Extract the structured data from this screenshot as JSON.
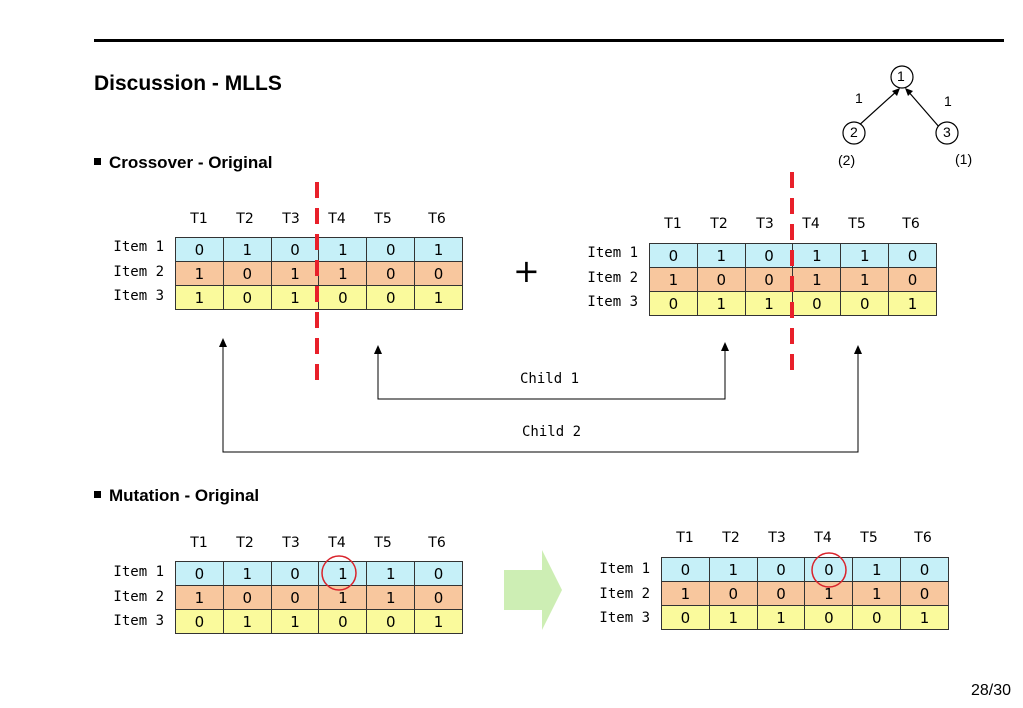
{
  "page": {
    "title": "Discussion - MLLS",
    "page_number": "28/30"
  },
  "tree": {
    "nodes": [
      "1",
      "2",
      "3"
    ],
    "edge_labels": [
      "1",
      "1"
    ],
    "node_notes": [
      "(2)",
      "(1)"
    ]
  },
  "crossover": {
    "heading": "Crossover - Original",
    "columns": [
      "T1",
      "T2",
      "T3",
      "T4",
      "T5",
      "T6"
    ],
    "row_labels": [
      "Item 1",
      "Item 2",
      "Item 3"
    ],
    "parent_a": [
      [
        "0",
        "1",
        "0",
        "1",
        "0",
        "1"
      ],
      [
        "1",
        "0",
        "1",
        "1",
        "0",
        "0"
      ],
      [
        "1",
        "0",
        "1",
        "0",
        "0",
        "1"
      ]
    ],
    "parent_b": [
      [
        "0",
        "1",
        "0",
        "1",
        "1",
        "0"
      ],
      [
        "1",
        "0",
        "0",
        "1",
        "1",
        "0"
      ],
      [
        "0",
        "1",
        "1",
        "0",
        "0",
        "1"
      ]
    ],
    "plus": "+",
    "child1_label": "Child 1",
    "child2_label": "Child 2"
  },
  "mutation": {
    "heading": "Mutation - Original",
    "columns": [
      "T1",
      "T2",
      "T3",
      "T4",
      "T5",
      "T6"
    ],
    "row_labels": [
      "Item 1",
      "Item 2",
      "Item 3"
    ],
    "before": [
      [
        "0",
        "1",
        "0",
        "1",
        "1",
        "0"
      ],
      [
        "1",
        "0",
        "0",
        "1",
        "1",
        "0"
      ],
      [
        "0",
        "1",
        "1",
        "0",
        "0",
        "1"
      ]
    ],
    "after": [
      [
        "0",
        "1",
        "0",
        "0",
        "1",
        "0"
      ],
      [
        "1",
        "0",
        "0",
        "1",
        "1",
        "0"
      ],
      [
        "0",
        "1",
        "1",
        "0",
        "0",
        "1"
      ]
    ]
  },
  "colors": {
    "row1": "#c6f0f8",
    "row2": "#f8c79e",
    "row3": "#fafa9c",
    "cut_line": "#e8202a",
    "mutation_circle": "#d9242c",
    "arrow_fill": "#cdeeb4"
  }
}
